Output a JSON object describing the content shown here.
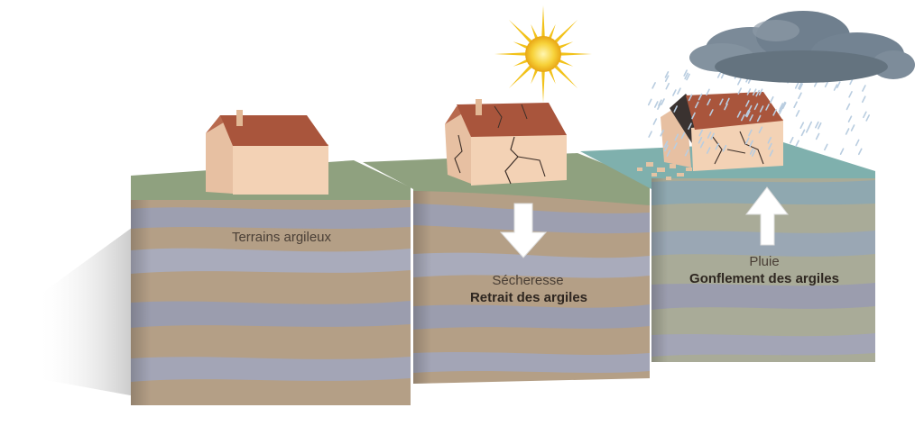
{
  "blocks": [
    {
      "id": "neutral",
      "label": "Terrains argileux",
      "caption": ""
    },
    {
      "id": "drought",
      "label": "Sécheresse",
      "caption": "Retrait des argiles"
    },
    {
      "id": "rain",
      "label": "Pluie",
      "caption": "Gonflement des argiles"
    }
  ],
  "colors": {
    "surface_dry": "#8fa17f",
    "surface_wet": "#7fb0ad",
    "layer_brown": "#b49f86",
    "layer_grey": "#9d9fb0",
    "roof": "#a9553c",
    "wall": "#f3d2b5",
    "sun": "#f2c21a",
    "cloud": "#6f7f8e"
  },
  "icons": [
    "sun-icon",
    "rain-cloud-icon",
    "down-arrow-icon",
    "up-arrow-icon"
  ]
}
